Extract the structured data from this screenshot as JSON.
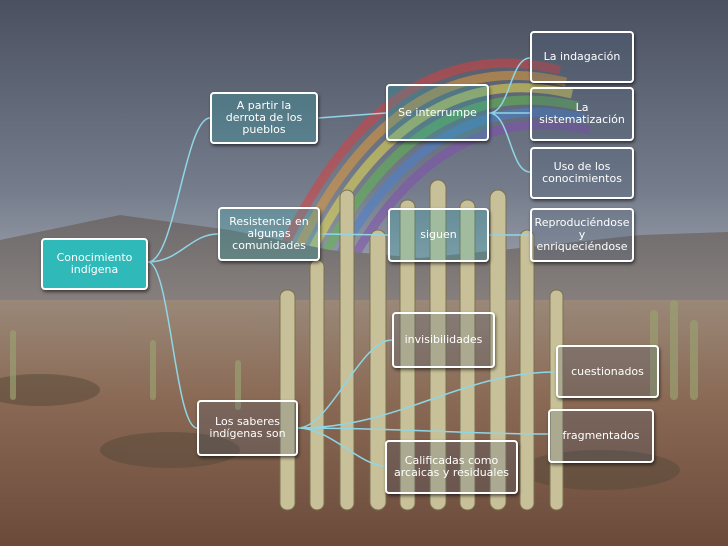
{
  "colors": {
    "node_border": "#ffffff",
    "connector": "#8fd6e6",
    "root_fill": "#2fb9b9",
    "text": "#ffffff"
  },
  "nodes": {
    "root": "Conocimiento indígena",
    "a_partir": "A partir la derrota de los pueblos",
    "resistencia": "Resistencia en algunas comunidades",
    "saberes": "Los saberes indígenas son",
    "interrumpe": "Se interrumpe",
    "siguen": "siguen",
    "indagacion": "La indagación",
    "sistematizacion": "La sistematización",
    "uso": "Uso de los conocimientos",
    "reproduciendose": "Reproduciéndose y enriqueciéndose",
    "invisibilidades": "invisibilidades",
    "cuestionados": "cuestionados",
    "fragmentados": "fragmentados",
    "calificadas": "Calificadas como arcaicas y residuales"
  }
}
